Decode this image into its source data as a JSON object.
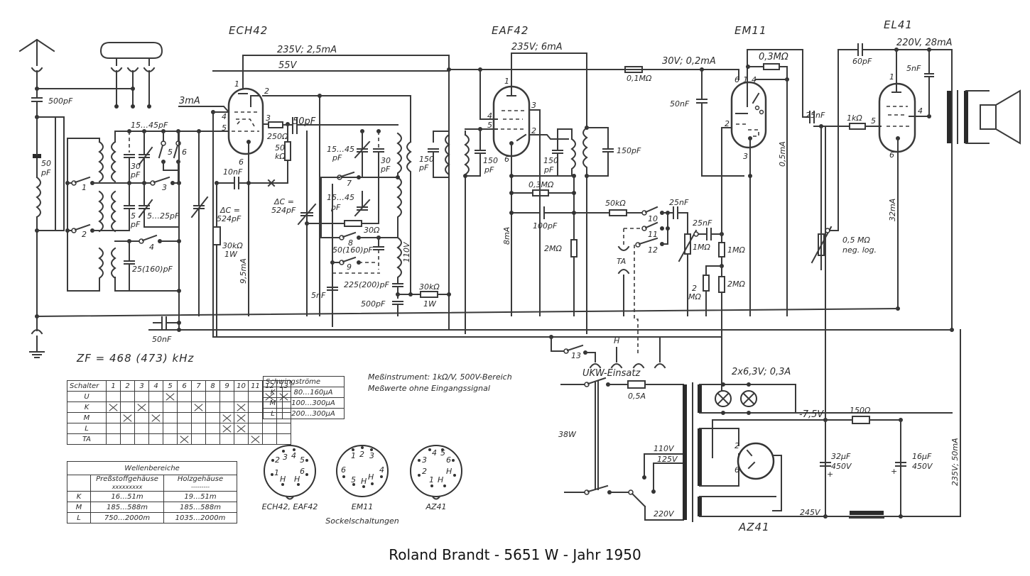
{
  "caption": "Roland Brandt - 5651 W - Jahr 1950",
  "tubes": {
    "ech42": "ECH42",
    "eaf42": "EAF42",
    "em11": "EM11",
    "el41": "EL41",
    "az41": "AZ41"
  },
  "voltages": {
    "ech42_anode": "235V; 2,5mA",
    "ech42_screen": "55V",
    "eaf42_anode": "235V; 6mA",
    "em11_supply": "30V; 0,2mA",
    "el41_anode": "220V, 28mA",
    "osc_current": "3mA",
    "ech42_cathode": "9,5mA",
    "eaf42_cathode": "8mA",
    "em11_current": "0,5mA",
    "el41_current": "32mA",
    "coil_110v": "110V",
    "hv_supply": "235V; 50mA",
    "bias": "-7,5V",
    "rect_out": "245V",
    "heater": "2x6,3V; 0,3A",
    "mains_110": "110V",
    "mains_125": "125V",
    "mains_220": "220V",
    "power": "38W",
    "fuse": "0,5A"
  },
  "components": {
    "c_ant": "500pF",
    "c_50pf_a": "50",
    "c_50pf_b": "pF",
    "c_trim1": "15…45pF",
    "c_30pf_a": "30",
    "c_30pf_b": "pF",
    "c_5pf_a": "5",
    "c_5pf_b": "pF",
    "c_trim2": "5…25pF",
    "c_25_160": "25(160)pF",
    "c_10nf": "10nF",
    "dc1_a": "ΔC =",
    "dc1_b": "524pF",
    "dc2_a": "ΔC =",
    "dc2_b": "524pF",
    "r_30k_a": "30kΩ",
    "r_30k_b": "1W",
    "r_250": "250Ω",
    "c_50pf_osc": "50pF",
    "r_50k_a": "50",
    "r_50k_b": "kΩ",
    "c_osc_trim1_a": "15…45",
    "c_osc_trim1_b": "pF",
    "c_osc_30_a": "30",
    "c_osc_30_b": "pF",
    "c_osc_trim2_a": "15…45",
    "c_osc_trim2_b": "pF",
    "r_30": "30Ω",
    "c_50_160": "50(160)pF",
    "c_225_200": "225(200)pF",
    "c_500pf": "500pF",
    "c_5nf": "5nF",
    "r_30k2_a": "30kΩ",
    "r_30k2_b": "1W",
    "c_if1_a": "150",
    "c_if1_b": "pF",
    "c_if2_a": "150",
    "c_if2_b": "pF",
    "c_if3_a": "150",
    "c_if3_b": "pF",
    "c_if4": "150pF",
    "r_03m": "0,3MΩ",
    "c_100pf": "100pF",
    "r_2m": "2MΩ",
    "r_50k": "50kΩ",
    "c_25nf_a": "25nF",
    "c_25nf_b": "25nF",
    "c_25nf_c": "25nF",
    "pot_1m": "1MΩ",
    "r_1m": "1MΩ",
    "r_2m_a": "2MΩ",
    "r_2m_b_a": "2",
    "r_2m_b_b": "MΩ",
    "r_01m": "0,1MΩ",
    "c_50nf": "50nF",
    "r_03m_em": "0,3MΩ",
    "c_60pf": "60pF",
    "c_5nf_out": "5nF",
    "r_1k": "1kΩ",
    "pot_05m_a": "0,5 MΩ",
    "pot_05m_b": "neg. log.",
    "c_50nf_gnd": "50nF",
    "r_150": "150Ω",
    "c_32uf_a": "32µF",
    "c_32uf_b": "450V",
    "c_16uf_a": "16µF",
    "c_16uf_b": "450V"
  },
  "switch_labels": [
    "1",
    "2",
    "3",
    "4",
    "5",
    "6",
    "7",
    "8",
    "9",
    "10",
    "11",
    "12",
    "13"
  ],
  "pin_labels": {
    "p1": "1",
    "p2": "2",
    "p3": "3",
    "p4": "4",
    "p5": "5",
    "p6": "6"
  },
  "misc": {
    "ta": "TA",
    "h": "H",
    "ukw": "UKW-Einsatz",
    "zf": "ZF = 468 (473) kHz"
  },
  "schalter_table": {
    "header": "Schalter",
    "columns": [
      "1",
      "2",
      "3",
      "4",
      "5",
      "6",
      "7",
      "8",
      "9",
      "10",
      "11",
      "12",
      "13"
    ],
    "rows": [
      {
        "label": "U",
        "marks": [
          5,
          12,
          13
        ]
      },
      {
        "label": "K",
        "marks": [
          1,
          3,
          7,
          10
        ]
      },
      {
        "label": "M",
        "marks": [
          2,
          4,
          9,
          10
        ]
      },
      {
        "label": "L",
        "marks": [
          9,
          10
        ]
      },
      {
        "label": "TA",
        "marks": [
          6,
          11
        ]
      }
    ]
  },
  "schwing_table": {
    "header": "Schwingströme",
    "rows": [
      {
        "band": "K",
        "value": "80…160µA"
      },
      {
        "band": "M",
        "value": "100…300µA"
      },
      {
        "band": "L",
        "value": "200…300µA"
      }
    ]
  },
  "measurement_note": {
    "line1": "Meßinstrument: 1kΩ/V, 500V-Bereich",
    "line2": "Meßwerte ohne Eingangssignal"
  },
  "wellen_table": {
    "header": "Wellenbereiche",
    "col1": "Preßstoffgehäuse",
    "col1_mark": "xxxxxxxxx",
    "col2": "Holzgehäuse",
    "col2_mark": "---------",
    "rows": [
      {
        "band": "K",
        "press": "16…51m",
        "holz": "19…51m"
      },
      {
        "band": "M",
        "press": "185…588m",
        "holz": "185…588m"
      },
      {
        "band": "L",
        "press": "750…2000m",
        "holz": "1035…2000m"
      }
    ]
  },
  "sockets": {
    "s1_label": "ECH42, EAF42",
    "s2_label": "EM11",
    "s3_label": "AZ41",
    "title": "Sockelschaltungen",
    "s1_pins": [
      "1",
      "2",
      "3",
      "4",
      "5",
      "6",
      "H",
      "H"
    ],
    "s2_pins": [
      "1",
      "2",
      "3",
      "4",
      "5",
      "6",
      "H",
      "H"
    ],
    "s3_pins": [
      "1",
      "2",
      "3",
      "4",
      "5",
      "6",
      "H",
      "H"
    ]
  }
}
